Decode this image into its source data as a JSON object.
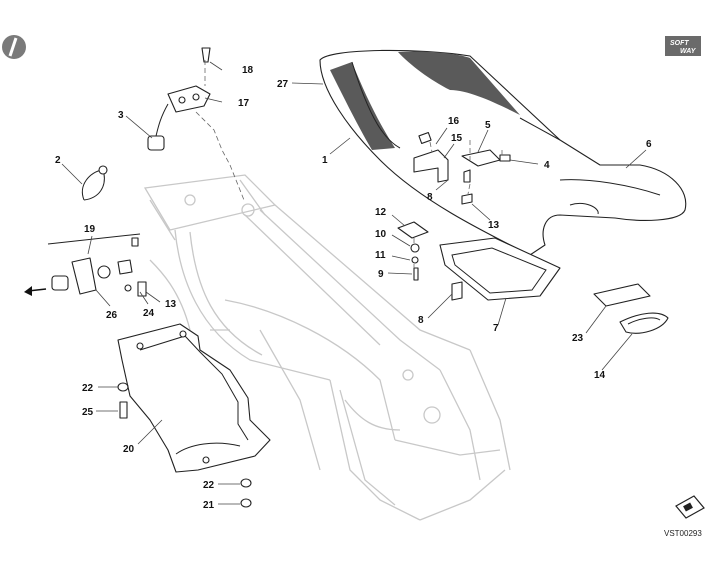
{
  "callouts": [
    {
      "id": "c1",
      "text": "1"
    },
    {
      "id": "c2",
      "text": "2"
    },
    {
      "id": "c3",
      "text": "3"
    },
    {
      "id": "c4",
      "text": "4"
    },
    {
      "id": "c5",
      "text": "5"
    },
    {
      "id": "c6",
      "text": "6"
    },
    {
      "id": "c7",
      "text": "7"
    },
    {
      "id": "c8a",
      "text": "8"
    },
    {
      "id": "c8b",
      "text": "8"
    },
    {
      "id": "c9",
      "text": "9"
    },
    {
      "id": "c10",
      "text": "10"
    },
    {
      "id": "c11",
      "text": "11"
    },
    {
      "id": "c12",
      "text": "12"
    },
    {
      "id": "c13a",
      "text": "13"
    },
    {
      "id": "c13b",
      "text": "13"
    },
    {
      "id": "c14",
      "text": "14"
    },
    {
      "id": "c15",
      "text": "15"
    },
    {
      "id": "c16",
      "text": "16"
    },
    {
      "id": "c17",
      "text": "17"
    },
    {
      "id": "c18",
      "text": "18"
    },
    {
      "id": "c19",
      "text": "19"
    },
    {
      "id": "c20",
      "text": "20"
    },
    {
      "id": "c21",
      "text": "21"
    },
    {
      "id": "c22a",
      "text": "22"
    },
    {
      "id": "c22b",
      "text": "22"
    },
    {
      "id": "c23",
      "text": "23"
    },
    {
      "id": "c24",
      "text": "24"
    },
    {
      "id": "c25",
      "text": "25"
    },
    {
      "id": "c26",
      "text": "26"
    },
    {
      "id": "c27",
      "text": "27"
    }
  ],
  "logo": {
    "line1": "SOFT",
    "line2": "WAY"
  },
  "drawing_code": "VST00293",
  "colors": {
    "line": "#222222",
    "frame_line": "#c8c8c8",
    "seat_dark": "#5a5a5a",
    "logo_bg": "#6a6a6a"
  }
}
